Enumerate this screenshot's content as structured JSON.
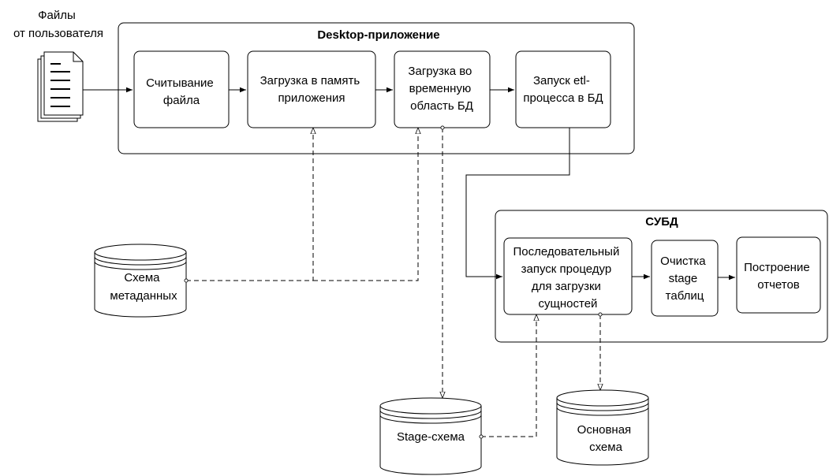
{
  "source": {
    "caption_lines": [
      "Файлы",
      "от пользователя"
    ],
    "icon": "document-stack-icon"
  },
  "desktop": {
    "title": "Desktop-приложение",
    "steps": [
      {
        "lines": [
          "Считывание",
          "файла"
        ]
      },
      {
        "lines": [
          "Загрузка в память",
          "приложения"
        ]
      },
      {
        "lines": [
          "Загрузка во",
          "временную",
          "область БД"
        ]
      },
      {
        "lines": [
          "Запуск etl-",
          "процесса в БД"
        ]
      }
    ]
  },
  "dbms": {
    "title": "СУБД",
    "steps": [
      {
        "lines": [
          "Последовательный",
          "запуск процедур",
          "для загрузки",
          "сущностей"
        ]
      },
      {
        "lines": [
          "Очистка",
          "stage",
          "таблиц"
        ]
      },
      {
        "lines": [
          "Построение",
          "отчетов"
        ]
      }
    ]
  },
  "databases": {
    "metadata": {
      "lines": [
        "Схема",
        "метаданных"
      ]
    },
    "stage": {
      "lines": [
        "Stage-схема"
      ]
    },
    "main": {
      "lines": [
        "Основная",
        "схема"
      ]
    }
  },
  "colors": {
    "line": "#000000",
    "background": "#ffffff"
  }
}
